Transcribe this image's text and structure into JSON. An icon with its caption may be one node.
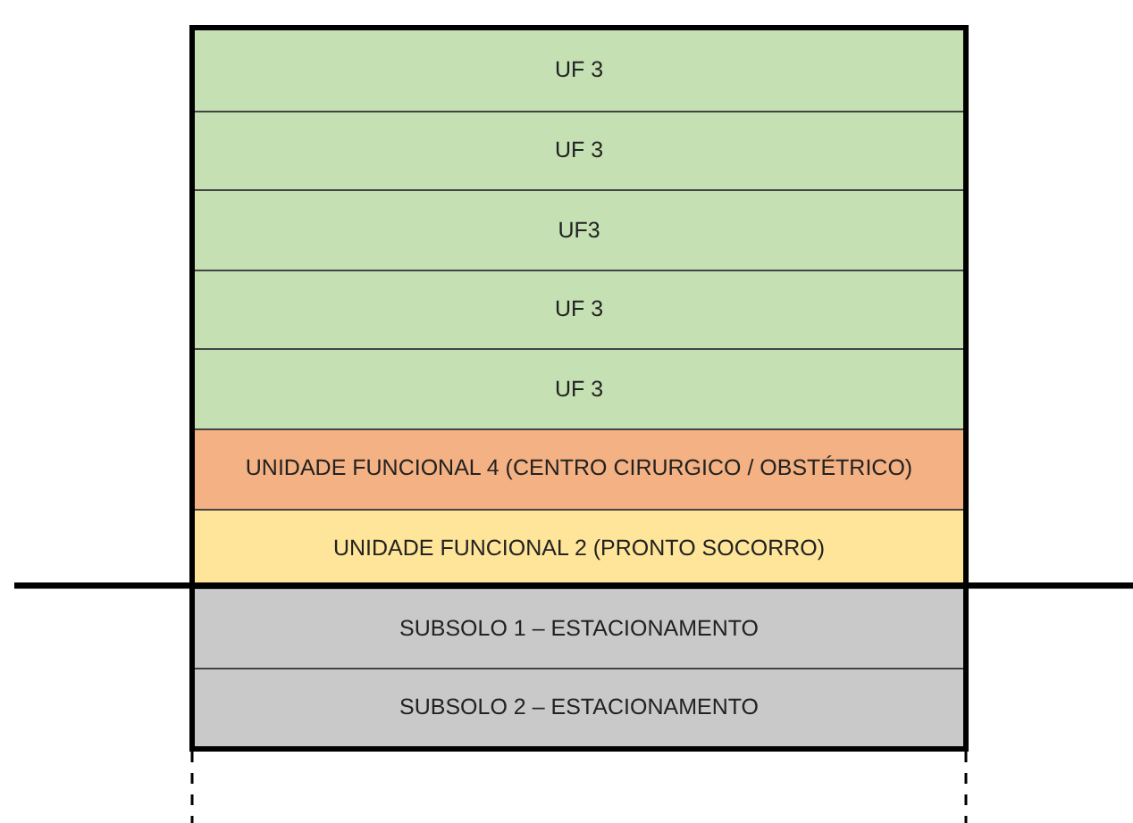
{
  "diagram": {
    "nodes": [
      {
        "text": [
          "UF 3"
        ]
      },
      {
        "text": [
          "UF 3"
        ]
      },
      {
        "text": [
          "UF3"
        ]
      },
      {
        "text": [
          "UF 3"
        ]
      },
      {
        "text": [
          "UF 3"
        ]
      },
      {
        "text": [
          "UNIDADE FUNCIONAL 4 (CENTRO CIRURGICO / OBSTÉTRICO)"
        ]
      },
      {
        "text": [
          "UNIDADE FUNCIONAL 2 (PRONTO SOCORRO)"
        ]
      },
      {
        "text": [
          "SUBSOLO 1 – ESTACIONAMENTO"
        ]
      },
      {
        "text": [
          "SUBSOLO 2 – ESTACIONAMENTO"
        ]
      }
    ]
  }
}
